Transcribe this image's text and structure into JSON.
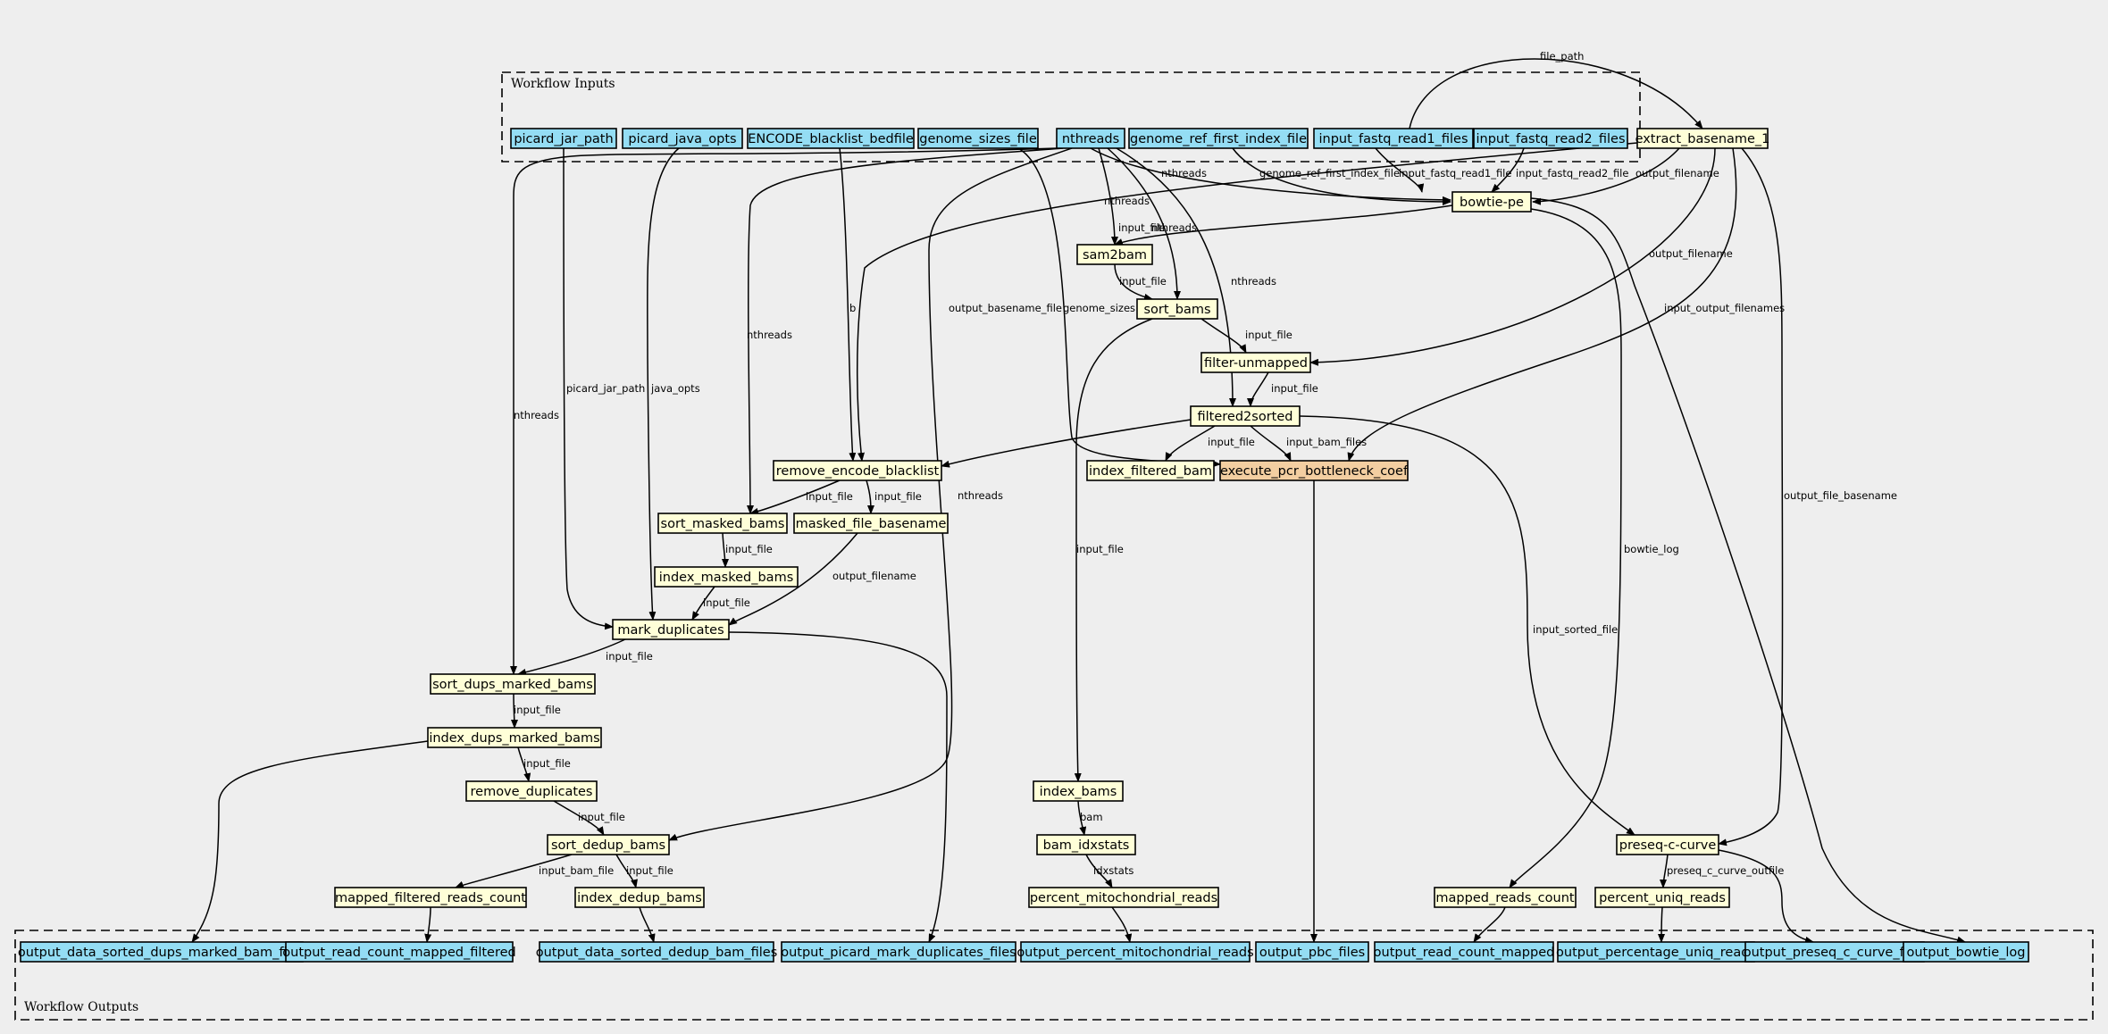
{
  "clusters": {
    "inputs_label": "Workflow Inputs",
    "outputs_label": "Workflow Outputs"
  },
  "colors": {
    "background": "#eeeeee",
    "io_node": "#94ddf4",
    "step_node": "#ffffd8",
    "highlight_node": "#f3cea1",
    "stroke": "#000000"
  },
  "nodes": [
    {
      "id": "picard_jar_path",
      "label": "picard_jar_path",
      "kind": "io"
    },
    {
      "id": "picard_java_opts",
      "label": "picard_java_opts",
      "kind": "io"
    },
    {
      "id": "ENCODE_blacklist_bedfile",
      "label": "ENCODE_blacklist_bedfile",
      "kind": "io"
    },
    {
      "id": "genome_sizes_file",
      "label": "genome_sizes_file",
      "kind": "io"
    },
    {
      "id": "nthreads",
      "label": "nthreads",
      "kind": "io"
    },
    {
      "id": "genome_ref_first_index_file",
      "label": "genome_ref_first_index_file",
      "kind": "io"
    },
    {
      "id": "input_fastq_read1_files",
      "label": "input_fastq_read1_files",
      "kind": "io"
    },
    {
      "id": "input_fastq_read2_files",
      "label": "input_fastq_read2_files",
      "kind": "io"
    },
    {
      "id": "extract_basename_1",
      "label": "extract_basename_1",
      "kind": "step"
    },
    {
      "id": "bowtie_pe",
      "label": "bowtie-pe",
      "kind": "step"
    },
    {
      "id": "sam2bam",
      "label": "sam2bam",
      "kind": "step"
    },
    {
      "id": "sort_bams",
      "label": "sort_bams",
      "kind": "step"
    },
    {
      "id": "filter_unmapped",
      "label": "filter-unmapped",
      "kind": "step"
    },
    {
      "id": "filtered2sorted",
      "label": "filtered2sorted",
      "kind": "step"
    },
    {
      "id": "remove_encode_blacklist",
      "label": "remove_encode_blacklist",
      "kind": "step"
    },
    {
      "id": "index_filtered_bam",
      "label": "index_filtered_bam",
      "kind": "step"
    },
    {
      "id": "execute_pcr_bottleneck_coef",
      "label": "execute_pcr_bottleneck_coef",
      "kind": "highlight"
    },
    {
      "id": "sort_masked_bams",
      "label": "sort_masked_bams",
      "kind": "step"
    },
    {
      "id": "masked_file_basename",
      "label": "masked_file_basename",
      "kind": "step"
    },
    {
      "id": "index_masked_bams",
      "label": "index_masked_bams",
      "kind": "step"
    },
    {
      "id": "mark_duplicates",
      "label": "mark_duplicates",
      "kind": "step"
    },
    {
      "id": "sort_dups_marked_bams",
      "label": "sort_dups_marked_bams",
      "kind": "step"
    },
    {
      "id": "index_dups_marked_bams",
      "label": "index_dups_marked_bams",
      "kind": "step"
    },
    {
      "id": "remove_duplicates",
      "label": "remove_duplicates",
      "kind": "step"
    },
    {
      "id": "sort_dedup_bams",
      "label": "sort_dedup_bams",
      "kind": "step"
    },
    {
      "id": "mapped_filtered_reads_count",
      "label": "mapped_filtered_reads_count",
      "kind": "step"
    },
    {
      "id": "index_dedup_bams",
      "label": "index_dedup_bams",
      "kind": "step"
    },
    {
      "id": "index_bams",
      "label": "index_bams",
      "kind": "step"
    },
    {
      "id": "bam_idxstats",
      "label": "bam_idxstats",
      "kind": "step"
    },
    {
      "id": "percent_mitochondrial_reads",
      "label": "percent_mitochondrial_reads",
      "kind": "step"
    },
    {
      "id": "mapped_reads_count",
      "label": "mapped_reads_count",
      "kind": "step"
    },
    {
      "id": "preseq_c_curve",
      "label": "preseq-c-curve",
      "kind": "step"
    },
    {
      "id": "percent_uniq_reads",
      "label": "percent_uniq_reads",
      "kind": "step"
    },
    {
      "id": "output_data_sorted_dups_marked_bam_files",
      "label": "output_data_sorted_dups_marked_bam_files",
      "kind": "io"
    },
    {
      "id": "output_read_count_mapped_filtered",
      "label": "output_read_count_mapped_filtered",
      "kind": "io"
    },
    {
      "id": "output_data_sorted_dedup_bam_files",
      "label": "output_data_sorted_dedup_bam_files",
      "kind": "io"
    },
    {
      "id": "output_picard_mark_duplicates_files",
      "label": "output_picard_mark_duplicates_files",
      "kind": "io"
    },
    {
      "id": "output_percent_mitochondrial_reads",
      "label": "output_percent_mitochondrial_reads",
      "kind": "io"
    },
    {
      "id": "output_pbc_files",
      "label": "output_pbc_files",
      "kind": "io"
    },
    {
      "id": "output_read_count_mapped",
      "label": "output_read_count_mapped",
      "kind": "io"
    },
    {
      "id": "output_percentage_uniq_reads",
      "label": "output_percentage_uniq_reads",
      "kind": "io"
    },
    {
      "id": "output_preseq_c_curve_files",
      "label": "output_preseq_c_curve_files",
      "kind": "io"
    },
    {
      "id": "output_bowtie_log",
      "label": "output_bowtie_log",
      "kind": "io"
    }
  ],
  "edges": [
    {
      "from": "input_fastq_read1_files",
      "to": "extract_basename_1",
      "label": "file_path"
    },
    {
      "from": "nthreads",
      "to": "bowtie_pe",
      "label": "nthreads"
    },
    {
      "from": "genome_ref_first_index_file",
      "to": "bowtie_pe",
      "label": "genome_ref_first_index_file"
    },
    {
      "from": "input_fastq_read1_files",
      "to": "bowtie_pe",
      "label": "input_fastq_read1_file"
    },
    {
      "from": "input_fastq_read2_files",
      "to": "bowtie_pe",
      "label": "input_fastq_read2_file"
    },
    {
      "from": "extract_basename_1",
      "to": "bowtie_pe",
      "label": "output_filename"
    },
    {
      "from": "nthreads",
      "to": "sam2bam",
      "label": "nthreads"
    },
    {
      "from": "bowtie_pe",
      "to": "sam2bam",
      "label": "input_file"
    },
    {
      "from": "nthreads",
      "to": "sort_bams",
      "label": "nthreads"
    },
    {
      "from": "sam2bam",
      "to": "sort_bams",
      "label": "input_file"
    },
    {
      "from": "sort_bams",
      "to": "filter_unmapped",
      "label": "input_file"
    },
    {
      "from": "extract_basename_1",
      "to": "filter_unmapped",
      "label": "output_filename"
    },
    {
      "from": "nthreads",
      "to": "filtered2sorted",
      "label": "nthreads"
    },
    {
      "from": "filter_unmapped",
      "to": "filtered2sorted",
      "label": "input_file"
    },
    {
      "from": "filtered2sorted",
      "to": "index_filtered_bam",
      "label": "input_file"
    },
    {
      "from": "filtered2sorted",
      "to": "execute_pcr_bottleneck_coef",
      "label": "input_bam_files"
    },
    {
      "from": "genome_sizes_file",
      "to": "execute_pcr_bottleneck_coef",
      "label": "genome_sizes"
    },
    {
      "from": "extract_basename_1",
      "to": "execute_pcr_bottleneck_coef",
      "label": "input_output_filenames"
    },
    {
      "from": "filtered2sorted",
      "to": "remove_encode_blacklist",
      "label": ""
    },
    {
      "from": "ENCODE_blacklist_bedfile",
      "to": "remove_encode_blacklist",
      "label": "b"
    },
    {
      "from": "extract_basename_1",
      "to": "remove_encode_blacklist",
      "label": "output_basename_file"
    },
    {
      "from": "remove_encode_blacklist",
      "to": "sort_masked_bams",
      "label": "input_file"
    },
    {
      "from": "nthreads",
      "to": "sort_masked_bams",
      "label": "nthreads"
    },
    {
      "from": "remove_encode_blacklist",
      "to": "masked_file_basename",
      "label": "input_file"
    },
    {
      "from": "sort_masked_bams",
      "to": "index_masked_bams",
      "label": "input_file"
    },
    {
      "from": "index_masked_bams",
      "to": "mark_duplicates",
      "label": "input_file"
    },
    {
      "from": "masked_file_basename",
      "to": "mark_duplicates",
      "label": "output_filename"
    },
    {
      "from": "picard_jar_path",
      "to": "mark_duplicates",
      "label": "picard_jar_path"
    },
    {
      "from": "picard_java_opts",
      "to": "mark_duplicates",
      "label": "java_opts"
    },
    {
      "from": "mark_duplicates",
      "to": "sort_dups_marked_bams",
      "label": "input_file"
    },
    {
      "from": "nthreads",
      "to": "sort_dups_marked_bams",
      "label": "nthreads"
    },
    {
      "from": "sort_dups_marked_bams",
      "to": "index_dups_marked_bams",
      "label": "input_file"
    },
    {
      "from": "index_dups_marked_bams",
      "to": "remove_duplicates",
      "label": "input_file"
    },
    {
      "from": "remove_duplicates",
      "to": "sort_dedup_bams",
      "label": "input_file"
    },
    {
      "from": "nthreads",
      "to": "sort_dedup_bams",
      "label": "nthreads"
    },
    {
      "from": "sort_dedup_bams",
      "to": "mapped_filtered_reads_count",
      "label": "input_bam_file"
    },
    {
      "from": "sort_dedup_bams",
      "to": "index_dedup_bams",
      "label": "input_file"
    },
    {
      "from": "sort_bams",
      "to": "index_bams",
      "label": "input_file"
    },
    {
      "from": "index_bams",
      "to": "bam_idxstats",
      "label": "bam"
    },
    {
      "from": "bam_idxstats",
      "to": "percent_mitochondrial_reads",
      "label": "idxstats"
    },
    {
      "from": "bowtie_pe",
      "to": "mapped_reads_count",
      "label": "bowtie_log"
    },
    {
      "from": "filtered2sorted",
      "to": "preseq_c_curve",
      "label": "input_sorted_file"
    },
    {
      "from": "extract_basename_1",
      "to": "preseq_c_curve",
      "label": "output_file_basename"
    },
    {
      "from": "preseq_c_curve",
      "to": "percent_uniq_reads",
      "label": "preseq_c_curve_outfile"
    },
    {
      "from": "index_dups_marked_bams",
      "to": "output_data_sorted_dups_marked_bam_files",
      "label": ""
    },
    {
      "from": "mapped_filtered_reads_count",
      "to": "output_read_count_mapped_filtered",
      "label": ""
    },
    {
      "from": "index_dedup_bams",
      "to": "output_data_sorted_dedup_bam_files",
      "label": ""
    },
    {
      "from": "mark_duplicates",
      "to": "output_picard_mark_duplicates_files",
      "label": ""
    },
    {
      "from": "percent_mitochondrial_reads",
      "to": "output_percent_mitochondrial_reads",
      "label": ""
    },
    {
      "from": "execute_pcr_bottleneck_coef",
      "to": "output_pbc_files",
      "label": ""
    },
    {
      "from": "mapped_reads_count",
      "to": "output_read_count_mapped",
      "label": ""
    },
    {
      "from": "percent_uniq_reads",
      "to": "output_percentage_uniq_reads",
      "label": ""
    },
    {
      "from": "preseq_c_curve",
      "to": "output_preseq_c_curve_files",
      "label": ""
    },
    {
      "from": "bowtie_pe",
      "to": "output_bowtie_log",
      "label": ""
    }
  ]
}
